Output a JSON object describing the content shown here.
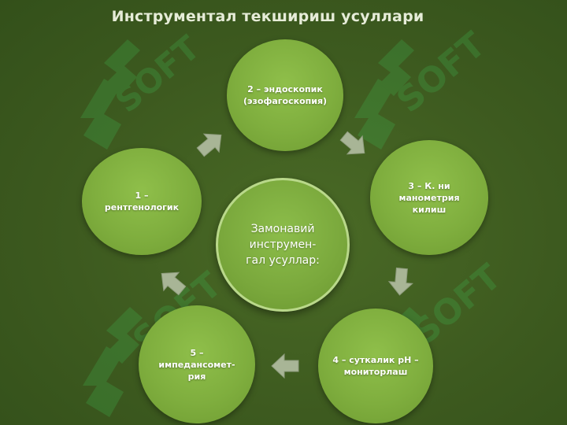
{
  "title": "Инструментал текшириш усуллари",
  "center": {
    "label": "Замонавий\nинструмен-\nгал усуллар:"
  },
  "methods": [
    {
      "label": "1 –\nрентгенологик"
    },
    {
      "label": "2 – эндоскопик\n(эзофагоскопия)"
    },
    {
      "label": "3 – К. ни\nманометрия\nкилиш"
    },
    {
      "label": "4 – суткалик рН –\nмониторлаш"
    },
    {
      "label": "5 –\nимпедансомет-\nрия"
    }
  ],
  "watermark": {
    "text": "SOFT"
  },
  "colors": {
    "background": "#3d5a1f",
    "circle": "#7fae3e",
    "arrow": "#a8b596",
    "watermark": "#3fa548"
  }
}
